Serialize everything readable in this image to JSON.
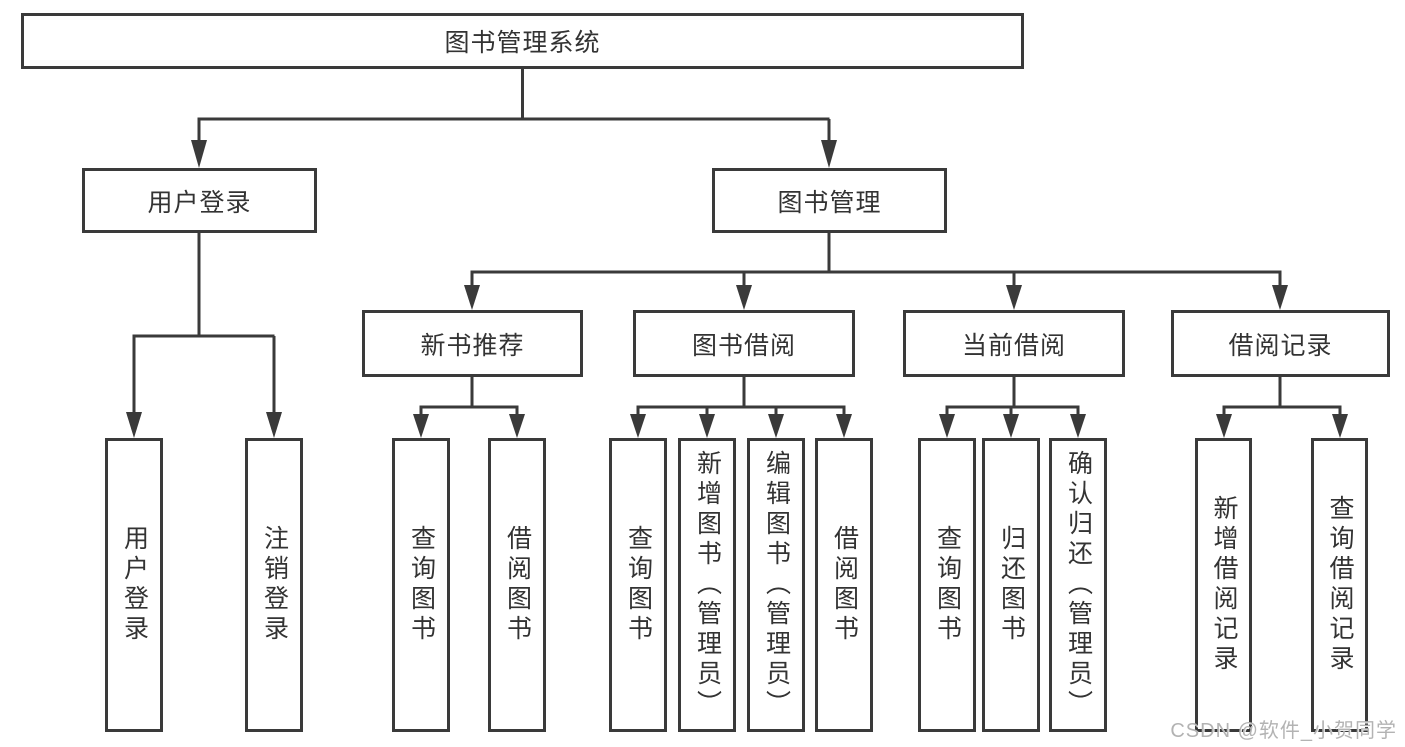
{
  "diagram": {
    "title_node": {
      "label": "图书管理系统"
    },
    "level2": [
      {
        "id": "user-login",
        "label": "用户登录"
      },
      {
        "id": "book-management",
        "label": "图书管理"
      }
    ],
    "level3": [
      {
        "id": "new-book-recommend",
        "parent": "图书管理",
        "label": "新书推荐"
      },
      {
        "id": "book-borrowing",
        "parent": "图书管理",
        "label": "图书借阅"
      },
      {
        "id": "current-borrowing",
        "parent": "图书管理",
        "label": "当前借阅"
      },
      {
        "id": "borrowing-records",
        "parent": "图书管理",
        "label": "借阅记录"
      }
    ],
    "level4": [
      {
        "parent": "用户登录",
        "label": "用户登录"
      },
      {
        "parent": "用户登录",
        "label": "注销登录"
      },
      {
        "parent": "新书推荐",
        "label": "查询图书"
      },
      {
        "parent": "新书推荐",
        "label": "借阅图书"
      },
      {
        "parent": "图书借阅",
        "label": "查询图书"
      },
      {
        "parent": "图书借阅",
        "label": "新增图书（管理员）"
      },
      {
        "parent": "图书借阅",
        "label": "编辑图书（管理员）"
      },
      {
        "parent": "图书借阅",
        "label": "借阅图书"
      },
      {
        "parent": "当前借阅",
        "label": "查询图书"
      },
      {
        "parent": "当前借阅",
        "label": "归还图书"
      },
      {
        "parent": "当前借阅",
        "label": "确认归还（管理员）"
      },
      {
        "parent": "借阅记录",
        "label": "新增借阅记录"
      },
      {
        "parent": "借阅记录",
        "label": "查询借阅记录"
      }
    ],
    "colors": {
      "line": "#3a3a3a",
      "text": "#333333",
      "watermark": "#b3b3b3",
      "background": "#ffffff"
    }
  },
  "watermark": {
    "text": "CSDN @软件_小贺同学"
  }
}
